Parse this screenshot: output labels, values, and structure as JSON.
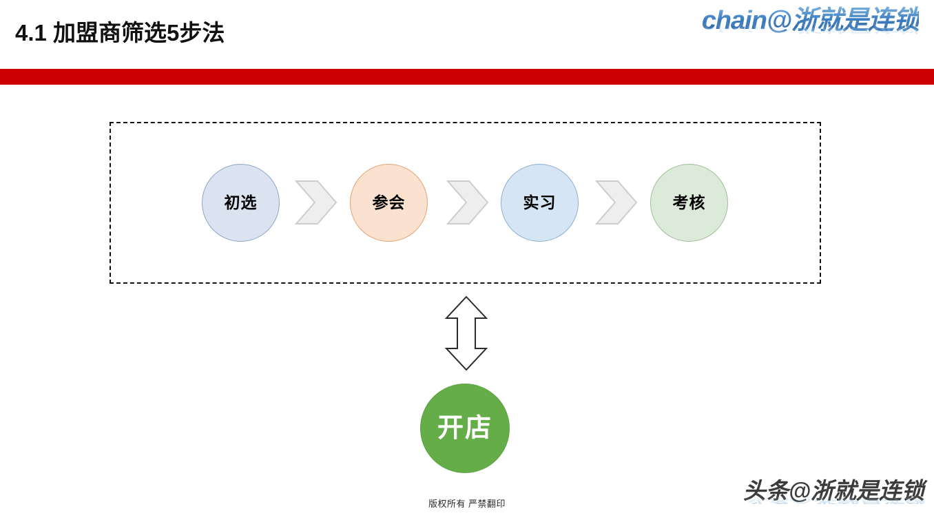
{
  "header": {
    "title": "4.1 加盟商筛选5步法",
    "brand_logo": "chain@浙就是连锁",
    "accent_bar_color": "#cc0000"
  },
  "diagram": {
    "container_style": "dashed-rectangle",
    "stages": [
      {
        "label": "初选",
        "fill": "#dbe3f0",
        "border": "#8ea4c8"
      },
      {
        "label": "参会",
        "fill": "#fbe1cf",
        "border": "#e5a370"
      },
      {
        "label": "实习",
        "fill": "#d6e5f3",
        "border": "#8bafd4"
      },
      {
        "label": "考核",
        "fill": "#dceada",
        "border": "#9dbf96"
      }
    ],
    "connectors": [
      {
        "icon": "chevron-right-icon"
      },
      {
        "icon": "chevron-right-icon"
      },
      {
        "icon": "chevron-right-icon"
      }
    ],
    "vertical_connector": {
      "icon": "double-arrow-vertical-icon"
    },
    "result": {
      "label": "开店",
      "fill": "#64ad49",
      "text_color": "#ffffff"
    }
  },
  "footer": {
    "copyright": "版权所有  严禁翻印",
    "watermark": "头条@浙就是连锁"
  }
}
